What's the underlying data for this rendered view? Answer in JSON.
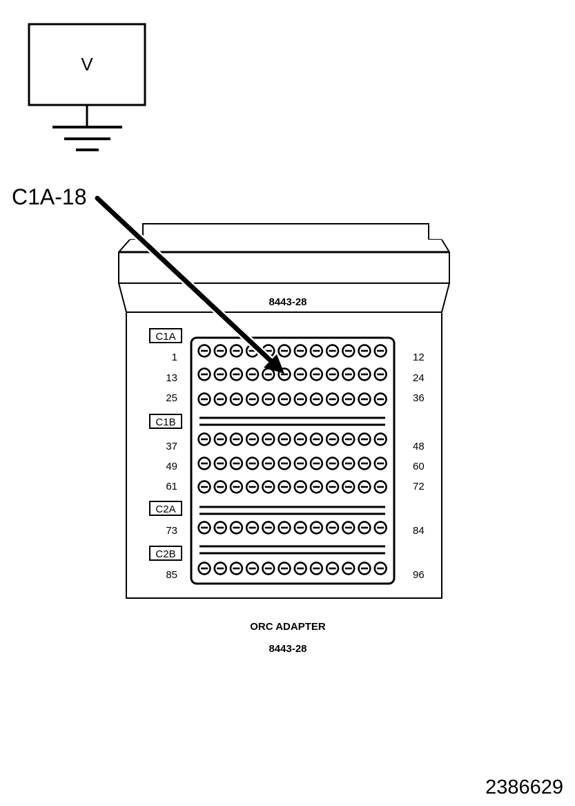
{
  "meter": {
    "symbol": "V"
  },
  "callout": {
    "label": "C1A-18"
  },
  "adapter": {
    "top_label": "8443-28",
    "caption_name": "ORC ADAPTER",
    "caption_number": "8443-28"
  },
  "connectors": [
    {
      "tag": "C1A",
      "rows": [
        {
          "start": "1",
          "end": "12"
        },
        {
          "start": "13",
          "end": "24"
        },
        {
          "start": "25",
          "end": "36"
        }
      ]
    },
    {
      "tag": "C1B",
      "rows": [
        {
          "start": "37",
          "end": "48"
        },
        {
          "start": "49",
          "end": "60"
        },
        {
          "start": "61",
          "end": "72"
        }
      ]
    },
    {
      "tag": "C2A",
      "rows": [
        {
          "start": "73",
          "end": "84"
        }
      ]
    },
    {
      "tag": "C2B",
      "rows": [
        {
          "start": "85",
          "end": "96"
        }
      ]
    }
  ],
  "pins_per_row": 12,
  "figure_id": "2386629"
}
